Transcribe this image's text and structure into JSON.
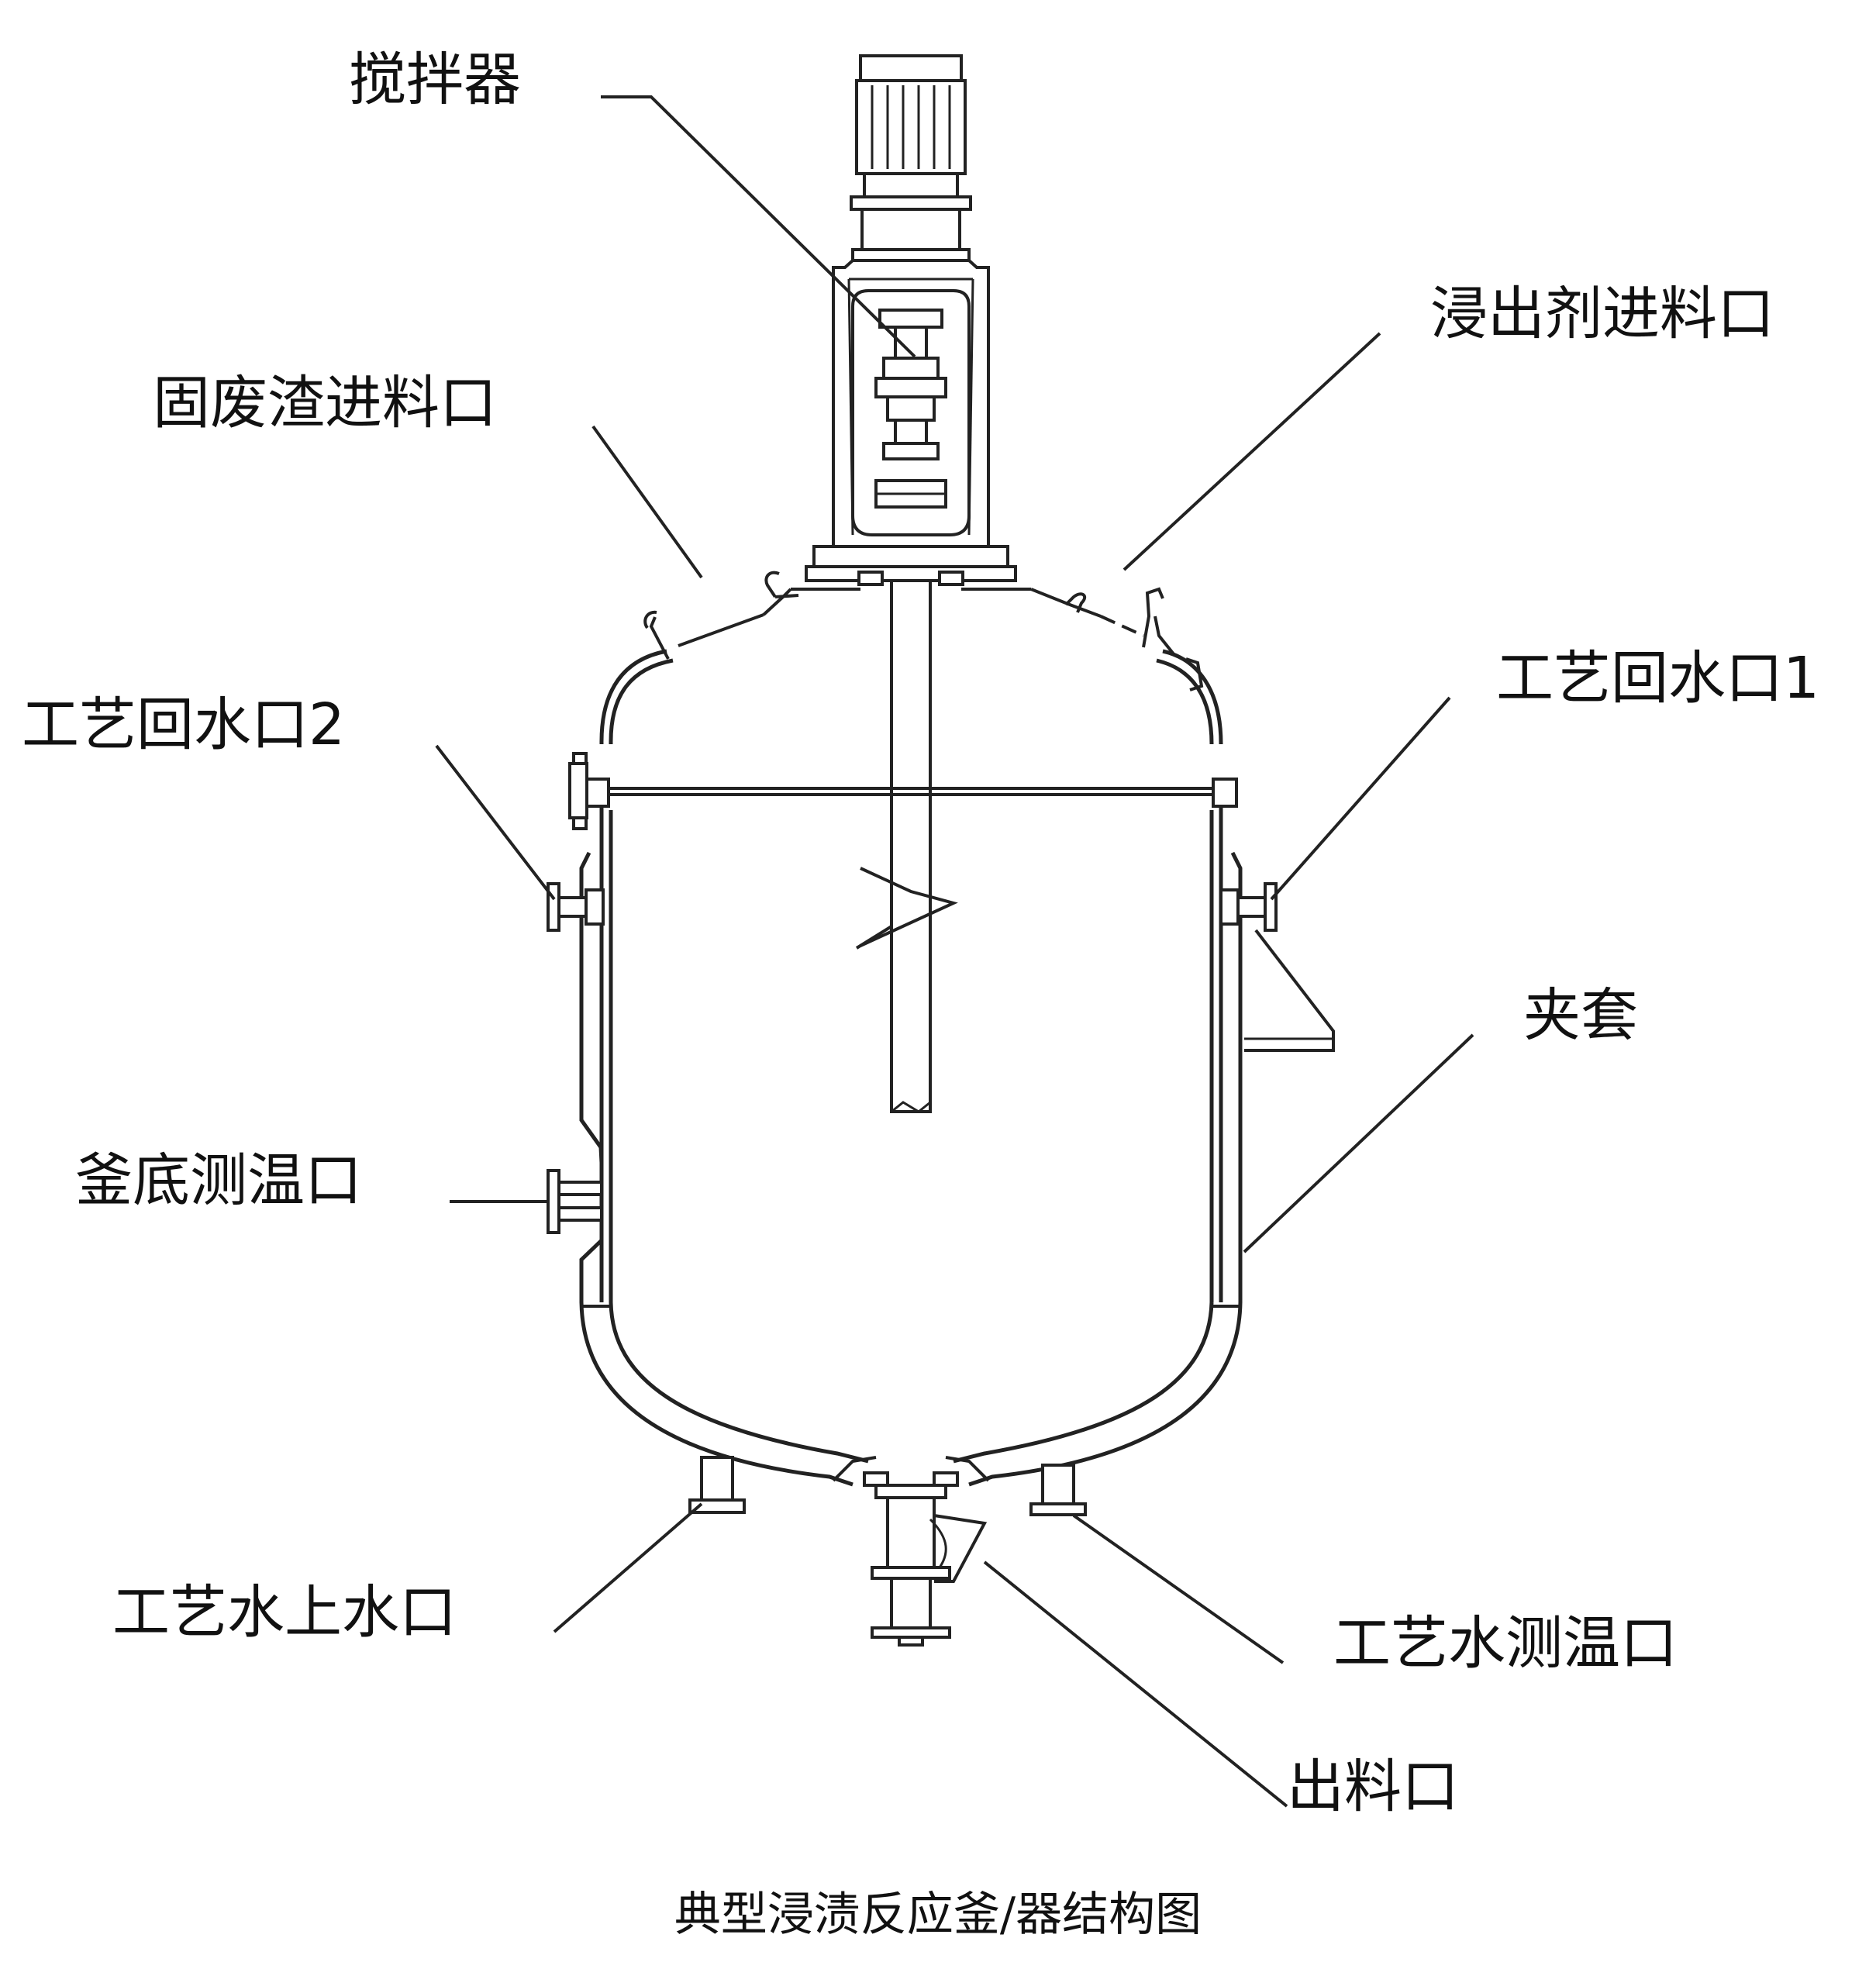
{
  "labels": {
    "agitator": "搅拌器",
    "leach_inlet": "浸出剂进料口",
    "solid_inlet": "固废渣进料口",
    "return_water_1": "工艺回水口1",
    "return_water_2": "工艺回水口2",
    "jacket": "夹套",
    "bottom_temp": "釜底测温口",
    "water_supply": "工艺水上水口",
    "water_temp": "工艺水测温口",
    "outlet": "出料口"
  },
  "caption": "典型浸渍反应釜/器结构图",
  "colors": {
    "line": "#222222",
    "text": "#111111",
    "background": "#ffffff"
  }
}
